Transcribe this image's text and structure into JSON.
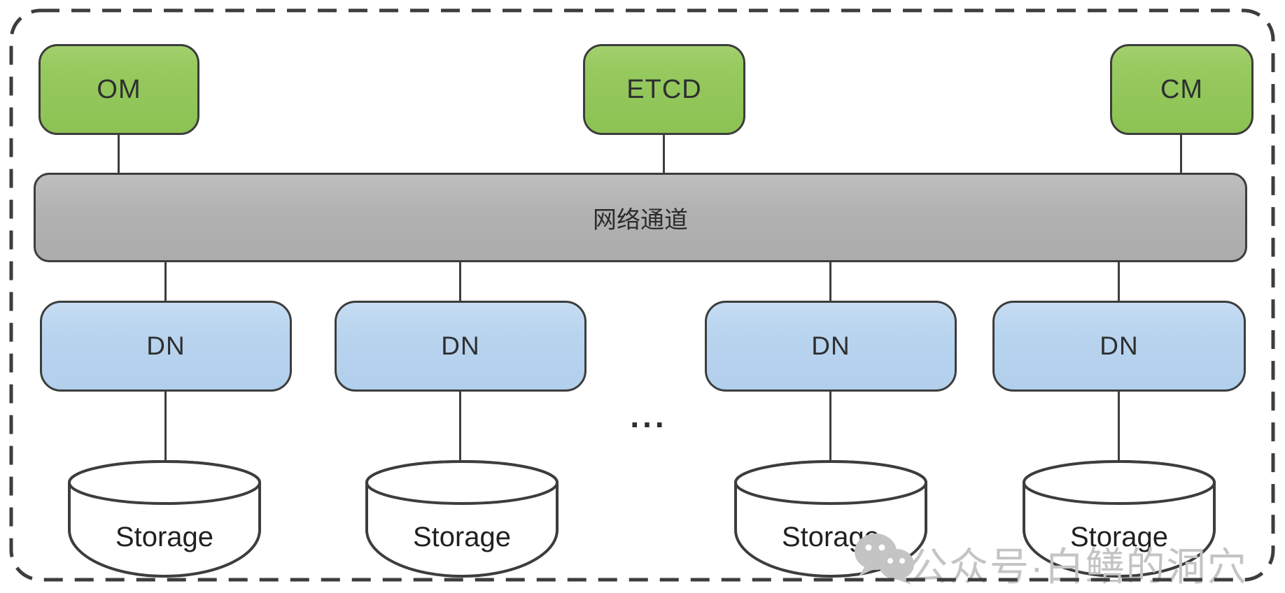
{
  "diagram": {
    "top_nodes": [
      {
        "id": "om",
        "label": "OM"
      },
      {
        "id": "etcd",
        "label": "ETCD"
      },
      {
        "id": "cm",
        "label": "CM"
      }
    ],
    "bus": {
      "label": "网络通道"
    },
    "dn_nodes": [
      {
        "label": "DN"
      },
      {
        "label": "DN"
      },
      {
        "label": "DN"
      },
      {
        "label": "DN"
      }
    ],
    "ellipsis": "...",
    "storage_nodes": [
      {
        "label": "Storage"
      },
      {
        "label": "Storage"
      },
      {
        "label": "Storage"
      },
      {
        "label": "Storage"
      }
    ]
  },
  "watermark": {
    "icon": "wechat-icon",
    "text": "公众号·白鳝的洞穴"
  },
  "colors": {
    "node_green": "#96c95e",
    "node_blue": "#b9d4ef",
    "bus_gray": "#b3b2b2",
    "stroke": "#3c3d3c",
    "watermark_gray": "#c4c4c4",
    "background": "#ffffff"
  }
}
